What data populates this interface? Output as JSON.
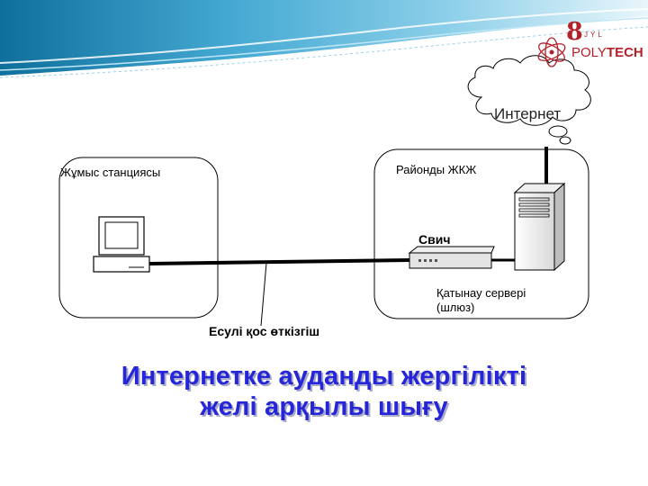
{
  "diagram": {
    "cloud_label": "Интернет",
    "left_zone_label": "Жұмыс станциясы",
    "right_zone_label": "Районды ЖКЖ",
    "switch_label": "Свич",
    "server_label_line1": "Қатынау сервері",
    "server_label_line2": "(шлюз)",
    "cable_label": "Есулі қос өткізгіш"
  },
  "title": {
    "line1": "Интернетке ауданды жергілікті",
    "line2": "желі арқылы шығу"
  },
  "logo": {
    "number": "8",
    "small_text": "JYL",
    "word_left": "POLY",
    "word_right": "TECH"
  },
  "colors": {
    "title": "#2626d9",
    "logo_red": "#b3212b",
    "header_teal": "#2f96c4"
  }
}
